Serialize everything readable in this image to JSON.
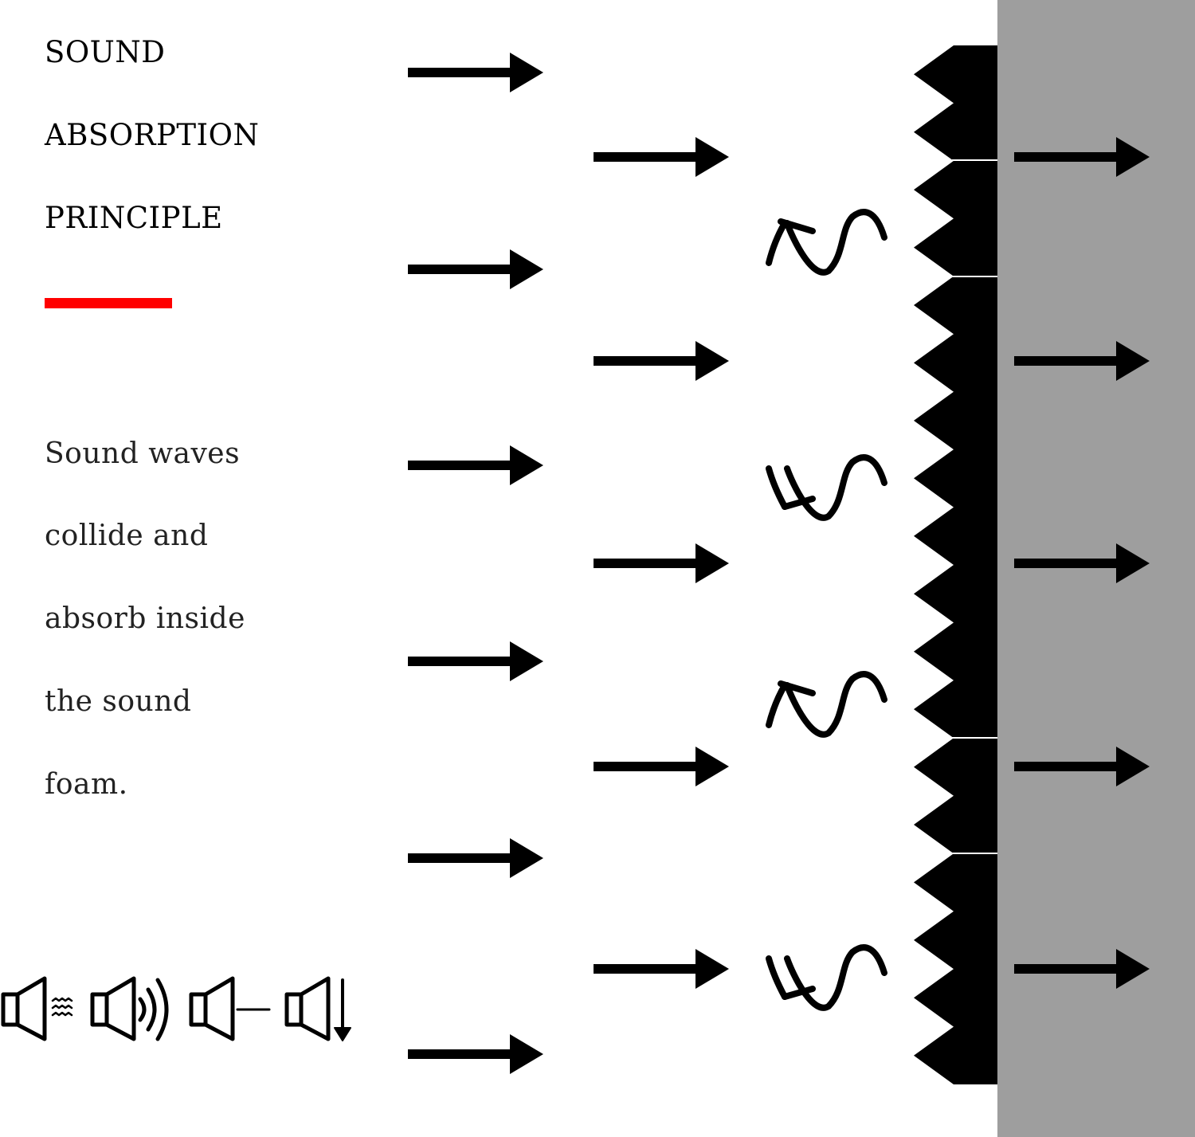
{
  "title": {
    "lines": [
      "SOUND",
      "ABSORPTION",
      "PRINCIPLE"
    ]
  },
  "description": {
    "lines": [
      "Sound waves",
      "collide and",
      "absorb inside",
      "the sound",
      "foam."
    ]
  },
  "colors": {
    "accent": "#ff0000",
    "wall": "#9e9e9e",
    "foam": "#000000",
    "arrow": "#000000",
    "background": "#ffffff"
  },
  "legend_icons": [
    "speaker-noise-icon",
    "speaker-loud-icon",
    "speaker-muted-icon",
    "speaker-volume-down-icon"
  ]
}
